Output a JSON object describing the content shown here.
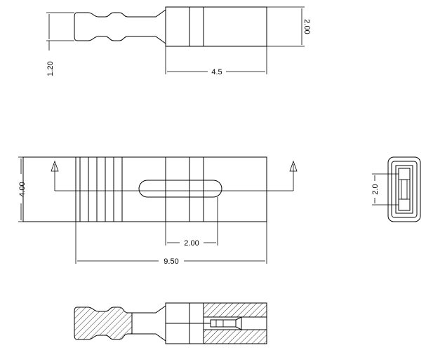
{
  "drawing": {
    "top_view": {
      "dim_height": "2.00",
      "dim_length": "4.5",
      "dim_pin": "1.20"
    },
    "front_view": {
      "dim_height": "4.00",
      "dim_slot": "2.00",
      "dim_total": "9.50"
    },
    "end_view": {
      "dim_inner": "2.0"
    }
  }
}
